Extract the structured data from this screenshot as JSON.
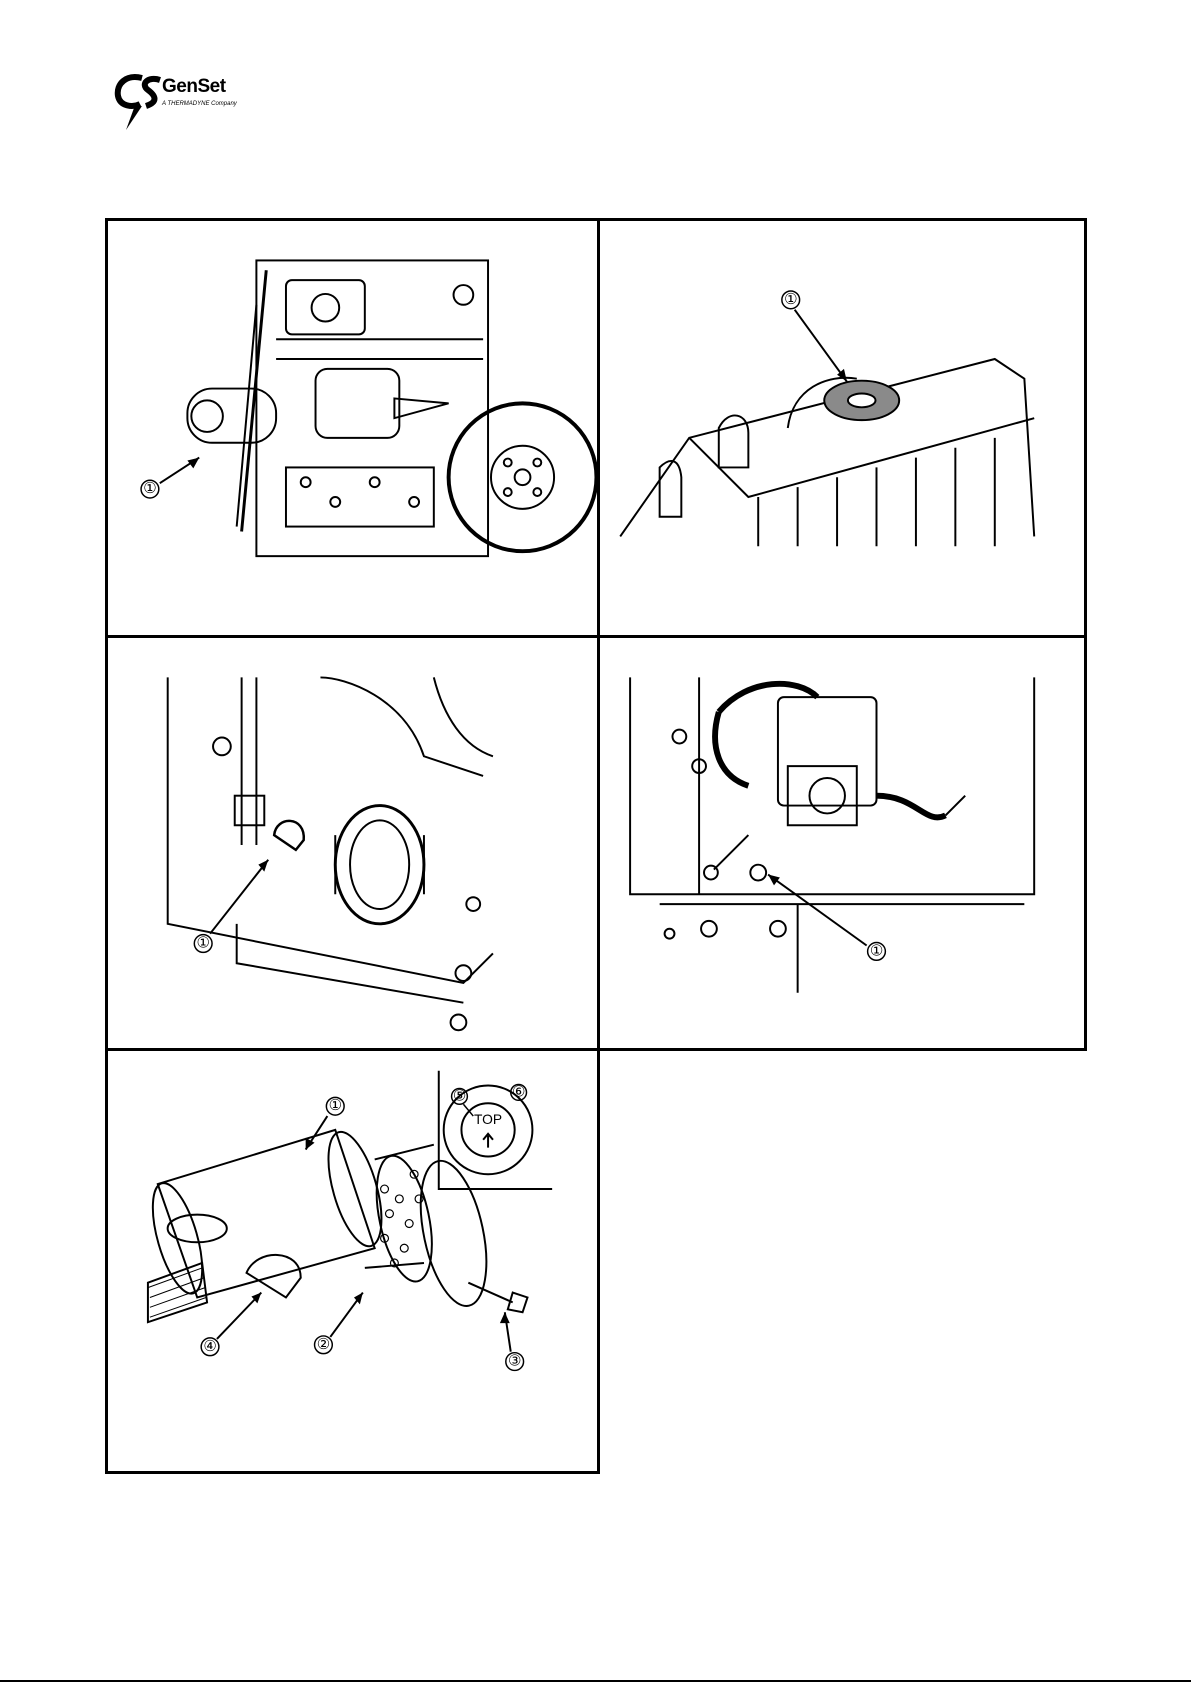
{
  "logo": {
    "mark": "CS",
    "brand": "GenSet",
    "tagline": "A THERMADYNE Company"
  },
  "figures": [
    {
      "id": "engine-side",
      "callouts": [
        "①"
      ]
    },
    {
      "id": "radiator-cap",
      "callouts": [
        "①"
      ]
    },
    {
      "id": "oil-filler",
      "callouts": [
        "①"
      ]
    },
    {
      "id": "fuel-pump",
      "callouts": [
        "①"
      ]
    },
    {
      "id": "air-filter",
      "callouts": [
        "①",
        "②",
        "③",
        "④",
        "⑤",
        "⑥"
      ],
      "inset_label": "TOP"
    }
  ],
  "colors": {
    "ink": "#000000",
    "paper": "#ffffff",
    "shade": "#8a8a8a"
  }
}
